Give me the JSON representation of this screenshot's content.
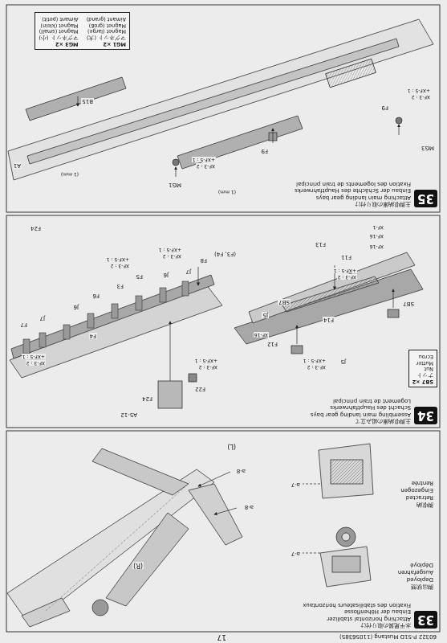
{
  "diagram": {
    "nodes": [
      {
        "text": [
          "33",
          "水平尾翼の取り付け",
          "Attaching horizontal stabilizer",
          "Einbau der Höhenflosse",
          "Fixation des stabilisateurs horizontaux"
        ]
      },
      {
        "text": [
          "34",
          "主脚収納庫の組み立て",
          "Assembling main landing gear bays",
          "Schacht des Hauptfahrwerks",
          "Logement de train principal"
        ]
      },
      {
        "text": [
          "SB7 ×2",
          "ナット",
          "Nut",
          "Mutter",
          "Ecrou"
        ]
      },
      {
        "text": [
          "35",
          "主脚収納庫の取り付け",
          "Attaching main landing gear bays",
          "Einbau der Schächte des Hauptfahrwerks",
          "Fixation des logements de train principal"
        ]
      },
      {
        "text": [
          "MG1 ×2",
          "マグネット (大)",
          "Magnet (large)",
          "Magnet (groß)",
          "Aimant (grand)",
          "MG3 ×2",
          "マグネット (小)",
          "Magnet (small)",
          "Magnet (klein)",
          "Aimant (petit)"
        ]
      }
    ],
    "labels": [
      "60322 P-51D Mustang (11056385)",
      "17",
      "脚出状態",
      "Deployed",
      "Ausgefahren",
      "Déployé",
      "脚収納",
      "Retracted",
      "Eingezogen",
      "Rentrée",
      "a-7",
      "a-7",
      "a-8",
      "a-8",
      "(R)",
      "(L)",
      "A5-12",
      "F24",
      "F22",
      "XF-3 : 2",
      "+XF-5 : 1",
      "J5",
      "XF-3 : 2",
      "+XF-5 : 1",
      "F14",
      "SB7",
      "F12",
      "XF-16",
      "J5",
      "SB7",
      "F13",
      "XF-3 : 2",
      "+XF-5 : 1",
      "F11",
      "XF-16",
      "XF-16",
      "XF-1",
      "(F3, F4)",
      "F7",
      "J7",
      "J6",
      "F6",
      "F4",
      "F3",
      "F5",
      "J6",
      "J7",
      "F8",
      "F24",
      "XF-3 : 2",
      "+XF-5 : 1",
      "XF-3 : 2",
      "+XF-5 : 1",
      "XF-3 : 2",
      "+XF-5 : 1",
      "MG1",
      "XF-3 : 2",
      "+XF-5 : 1",
      "(1 mm)",
      "F9",
      "F9",
      "XF-3 : 2",
      "+XF-5 : 1",
      "MG3",
      "B15",
      "A1",
      "(1 mm)"
    ]
  }
}
